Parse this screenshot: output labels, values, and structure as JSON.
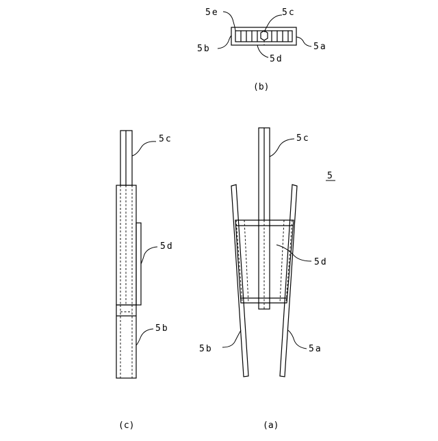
{
  "labels": {
    "view_b": {
      "e": "5e",
      "c": "5c",
      "b": "5b",
      "a": "5a",
      "d": "5d"
    },
    "view_c": {
      "c": "5c",
      "d": "5d",
      "b": "5b"
    },
    "view_a": {
      "c": "5c",
      "d": "5d",
      "b": "5b",
      "a": "5a",
      "ref": "5"
    }
  },
  "captions": {
    "b": "(b)",
    "c": "(c)",
    "a": "(a)"
  }
}
